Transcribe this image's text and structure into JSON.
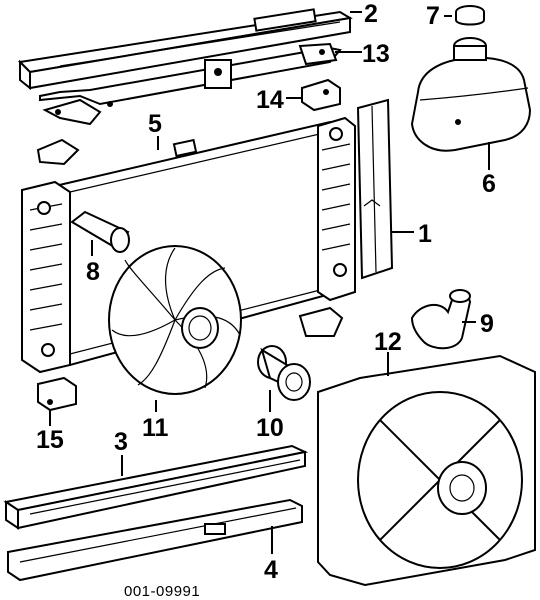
{
  "callouts": {
    "c1": "1",
    "c2": "2",
    "c3": "3",
    "c4": "4",
    "c5": "5",
    "c6": "6",
    "c7": "7",
    "c8": "8",
    "c9": "9",
    "c10": "10",
    "c11": "11",
    "c12": "12",
    "c13": "13",
    "c14": "14",
    "c15": "15"
  },
  "reference_code": "001-09991",
  "colors": {
    "ink": "#000000",
    "paper": "#ffffff"
  }
}
